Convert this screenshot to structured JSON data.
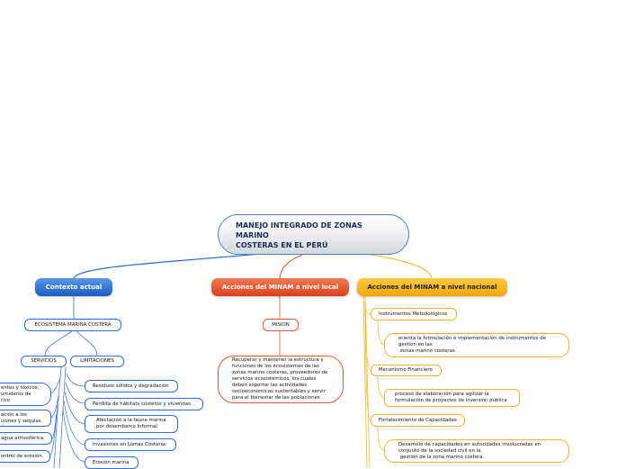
{
  "root": {
    "title_line1": "MANEJO INTEGRADO DE ZONAS",
    "title_line2": "MARINO",
    "title_line3": "COSTERAS EN EL PERÚ"
  },
  "colors": {
    "blue": "#2f6fd6",
    "red": "#e2562f",
    "yellow": "#f2b521"
  },
  "contexto": {
    "label": "Contexto actual",
    "ecosistema": "ECOSISTEMA MARINA COSTERA",
    "servicios": "SERVICIOS",
    "limitaciones": "LIMITACIONES",
    "servicios_items": [
      [
        "entes y tóxicos,",
        "umideros de",
        "rico"
      ],
      [
        "ación a los",
        "ciones y sequías."
      ],
      [
        "agua atmosférica."
      ],
      [
        "ontrol de erosión."
      ]
    ],
    "limitaciones_items": [
      [
        "Residuos sólidos y degradación"
      ],
      [
        "Pérdida de hábitats costeros y viviendas."
      ],
      [
        "Afectación a la fauna marina",
        "por desembarco informal"
      ],
      [
        "Invasiones en Lomas Costeras"
      ],
      [
        "Erosión marina"
      ]
    ]
  },
  "local": {
    "label": "Acciones del MINAM a nivel local",
    "mision": "MISION",
    "mision_text": [
      "Recuperar y mantener la estructura y",
      "funciones de los ecosistemas de las",
      "zonas marino costeras, proveedores de",
      "servicios ecosistémicos, los cuales",
      "deben soportar las actividades",
      "socioeconómicas sustentables y servir",
      "para el bienestar de las poblaciones"
    ]
  },
  "nacional": {
    "label": "Acciones del MINAM a nivel nacional",
    "items": [
      {
        "label": "Instrumentos Metodológicos",
        "detail": [
          "orienta la formulación e implementación de instrumentos de",
          "gestión en las",
          " zonas marino costeras."
        ]
      },
      {
        "label": "Mecanismo Financiero",
        "detail": [
          "proceso de elaboración para agilizar la",
          "formulación de proyectos de inversión pública"
        ]
      },
      {
        "label": "Fortalecimiento de Capacidades",
        "detail": [
          "Desarrollo de capacidades en autoridades involucradas en",
          "conjunto de la sociedad civil en la",
          " gestión de la zona marino costera."
        ]
      }
    ]
  }
}
